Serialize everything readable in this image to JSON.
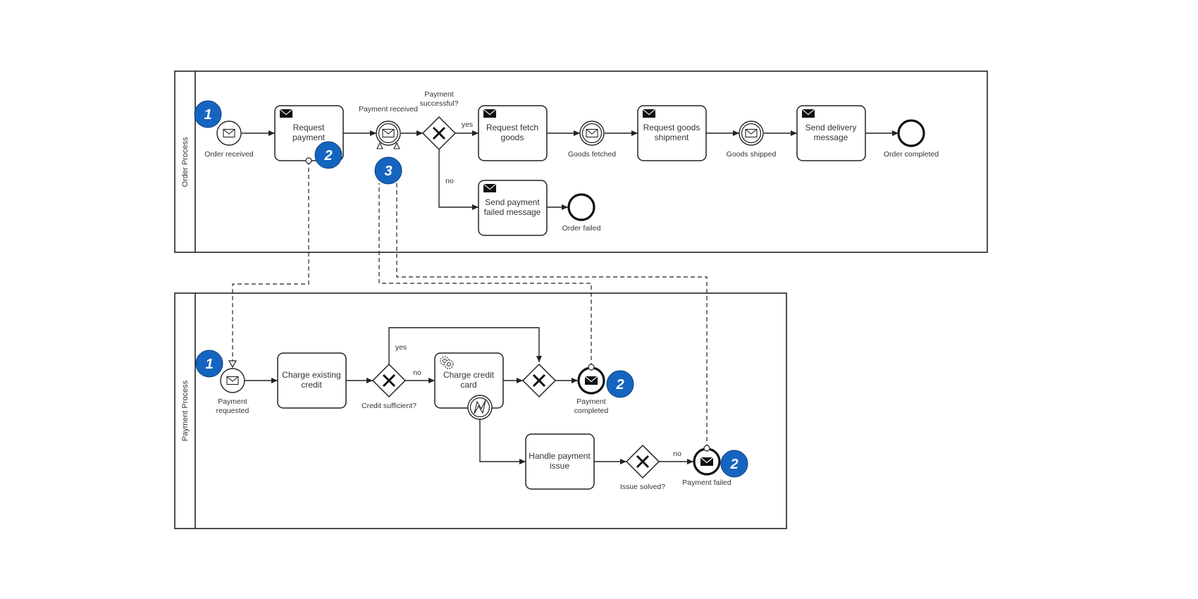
{
  "pools": {
    "order": "Order Process",
    "payment": "Payment Process"
  },
  "order": {
    "order_received": "Order received",
    "request_payment": [
      "Request",
      "payment"
    ],
    "payment_received": "Payment received",
    "payment_successful": [
      "Payment",
      "successful?"
    ],
    "yes": "yes",
    "no": "no",
    "request_fetch_goods": [
      "Request fetch",
      "goods"
    ],
    "goods_fetched": "Goods fetched",
    "request_goods_shipment": [
      "Request goods",
      "shipment"
    ],
    "goods_shipped": "Goods shipped",
    "send_delivery_message": [
      "Send delivery",
      "message"
    ],
    "order_completed": "Order completed",
    "send_payment_failed_message": [
      "Send payment",
      "failed message"
    ],
    "order_failed": "Order failed"
  },
  "payment": {
    "payment_requested": [
      "Payment",
      "requested"
    ],
    "charge_existing_credit": [
      "Charge existing",
      "credit"
    ],
    "credit_sufficient": "Credit sufficient?",
    "yes": "yes",
    "no": "no",
    "charge_credit_card": [
      "Charge credit",
      "card"
    ],
    "payment_completed": [
      "Payment",
      "completed"
    ],
    "handle_payment_issue": [
      "Handle payment",
      "issue"
    ],
    "issue_solved": "Issue solved?",
    "no2": "no",
    "payment_failed": "Payment failed"
  },
  "badges": {
    "b1a": "1",
    "b2a": "2",
    "b3": "3",
    "b1b": "1",
    "b2b": "2",
    "b2c": "2"
  },
  "colors": {
    "badge": "#1565c0",
    "stroke": "#222222"
  },
  "icons": {
    "message": "envelope-icon",
    "service": "gear-icon",
    "error": "lightning-icon",
    "gateway": "x-icon"
  }
}
